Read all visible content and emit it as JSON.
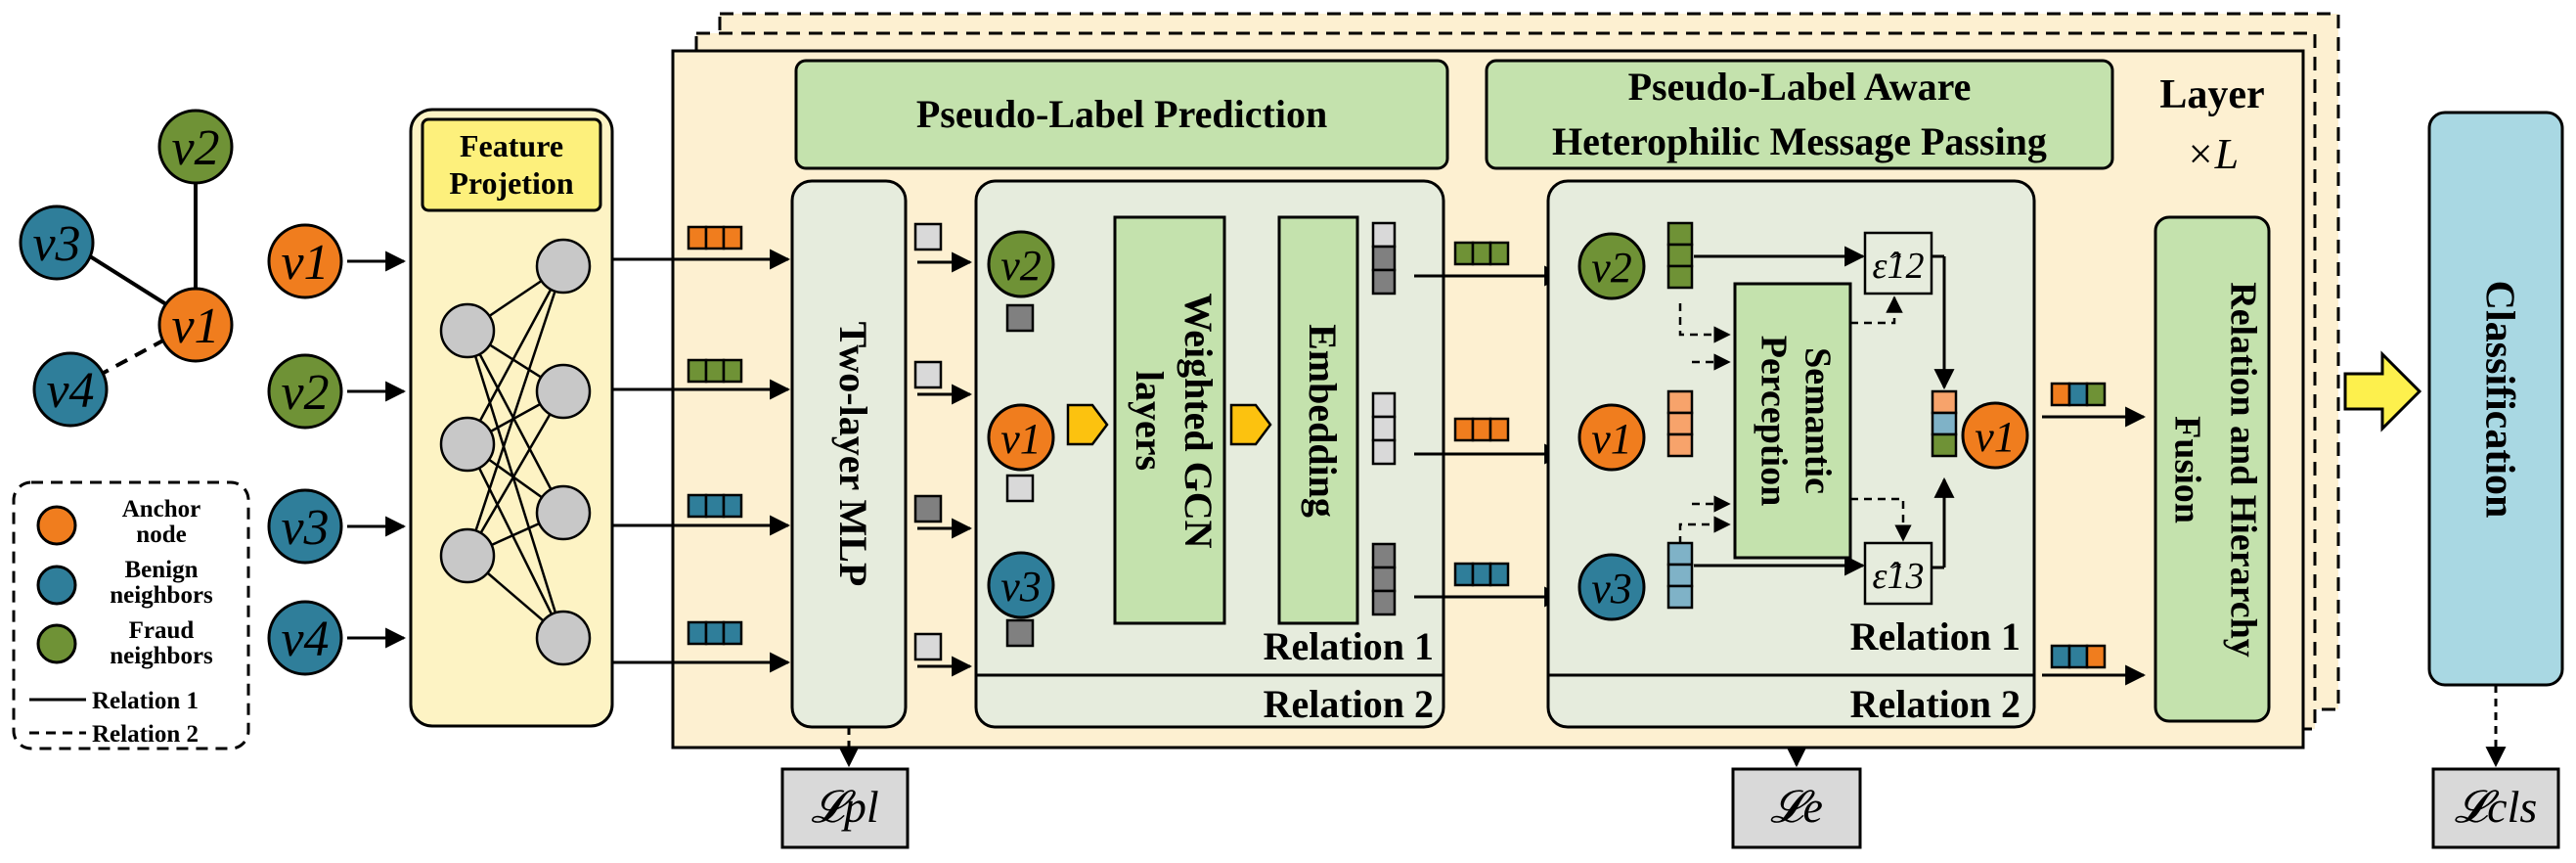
{
  "graph": {
    "nodes": [
      "v1",
      "v2",
      "v3",
      "v4"
    ],
    "legend": {
      "anchor": [
        "Anchor",
        "node"
      ],
      "benign": [
        "Benign",
        "neighbors"
      ],
      "fraud": [
        "Fraud",
        "neighbors"
      ],
      "relation1": "Relation 1",
      "relation2": "Relation 2"
    }
  },
  "inputs": [
    "v1",
    "v2",
    "v3",
    "v4"
  ],
  "feature_projection": [
    "Feature",
    "Projetion"
  ],
  "mlp": "Two-layer MLP",
  "header": {
    "pseudo_label_prediction": "Pseudo-Label Prediction",
    "message_passing": [
      "Pseudo-Label Aware",
      "Heterophilic Message Passing"
    ],
    "layer": [
      "Layer",
      "×L"
    ]
  },
  "gcn": {
    "weighted_gcn": [
      "Weighted GCN",
      "layers"
    ],
    "embedding": "Embedding",
    "nodes": [
      "v2",
      "v1",
      "v3"
    ],
    "relation1": "Relation 1",
    "relation2": "Relation 2"
  },
  "hmp": {
    "nodes": [
      "v2",
      "v1",
      "v3"
    ],
    "semantic": [
      "Semantic",
      "Perception"
    ],
    "eps12": "ε̂12",
    "eps13": "ε̂13",
    "out_node": "v1",
    "relation1": "Relation 1",
    "relation2": "Relation 2"
  },
  "fusion": [
    "Relation and Hierarchy",
    "Fusion"
  ],
  "classification": "Classification",
  "losses": {
    "pl": "𝓛pl",
    "e": "𝓛e",
    "cls": "𝓛cls"
  },
  "colors": {
    "anchor": "#f07d1e",
    "benign": "#2f7e9a",
    "fraud": "#6f9236",
    "panel": "#fdf0d1",
    "green_box": "#c4e2ad",
    "module": "#e6ecdd",
    "feature_panel": "#fdf3c4",
    "feature_title": "#fdf07c",
    "classification": "#a9d8e3",
    "gray_box": "#d9d9d9"
  }
}
